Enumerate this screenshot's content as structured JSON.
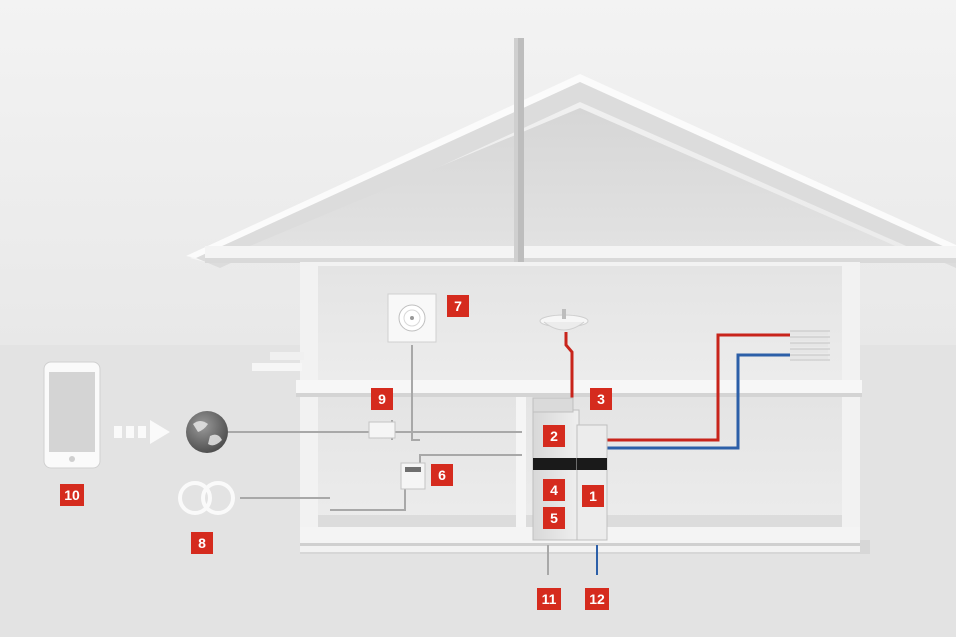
{
  "diagram": {
    "colors": {
      "badge": "#d52b1e",
      "hot_pipe": "#c8241b",
      "cold_pipe": "#2c5fa8",
      "background": "#e9e9e9",
      "house_wall": "#f2f2f2"
    },
    "markers": [
      {
        "id": "1",
        "label": "1"
      },
      {
        "id": "2",
        "label": "2"
      },
      {
        "id": "3",
        "label": "3"
      },
      {
        "id": "4",
        "label": "4"
      },
      {
        "id": "5",
        "label": "5"
      },
      {
        "id": "6",
        "label": "6"
      },
      {
        "id": "7",
        "label": "7"
      },
      {
        "id": "8",
        "label": "8"
      },
      {
        "id": "9",
        "label": "9"
      },
      {
        "id": "10",
        "label": "10"
      },
      {
        "id": "11",
        "label": "11"
      },
      {
        "id": "12",
        "label": "12"
      }
    ],
    "icons": [
      "smartphone-icon",
      "arrow-right-icon",
      "globe-icon",
      "grid-connection-icon",
      "wall-clock-icon",
      "electricity-meter-icon",
      "gateway-box-icon",
      "sink-icon",
      "radiator-icon"
    ]
  }
}
